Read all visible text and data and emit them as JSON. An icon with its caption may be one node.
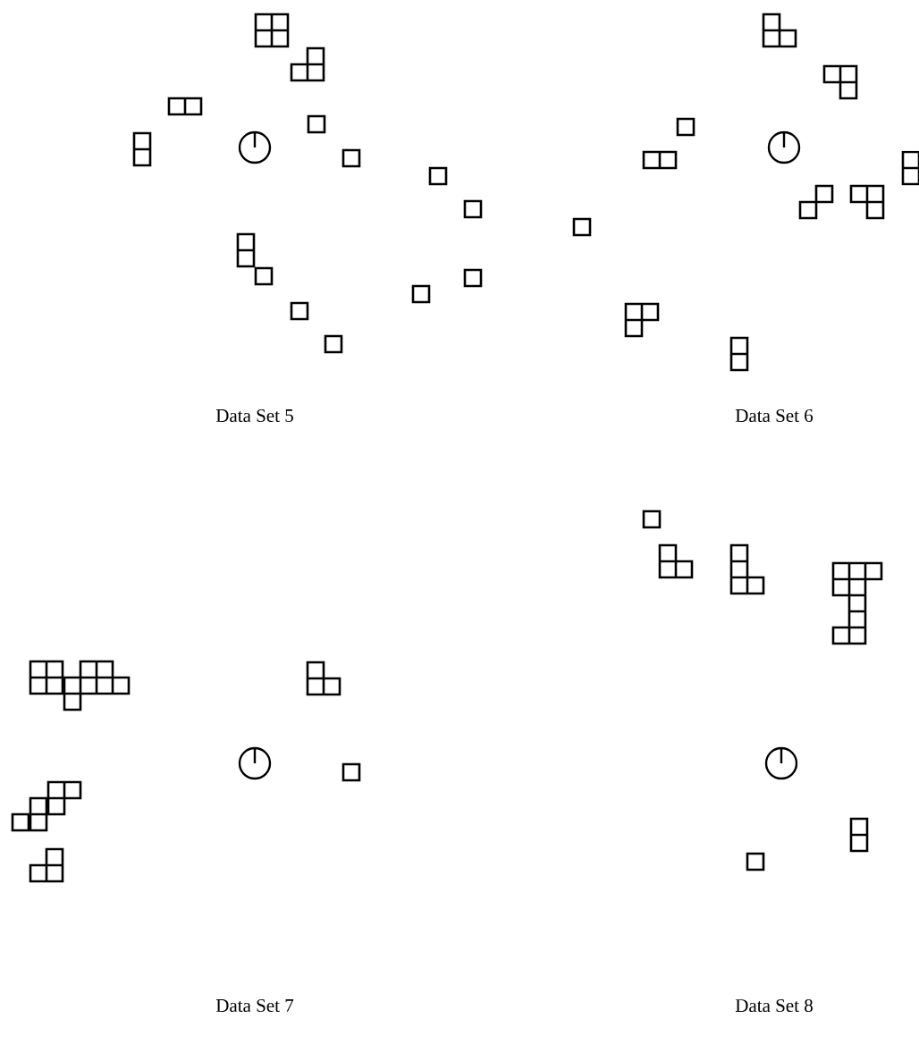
{
  "diagram": {
    "labels": [
      "Data Set 5",
      "Data Set 6",
      "Data Set 7",
      "Data Set 8"
    ]
  }
}
